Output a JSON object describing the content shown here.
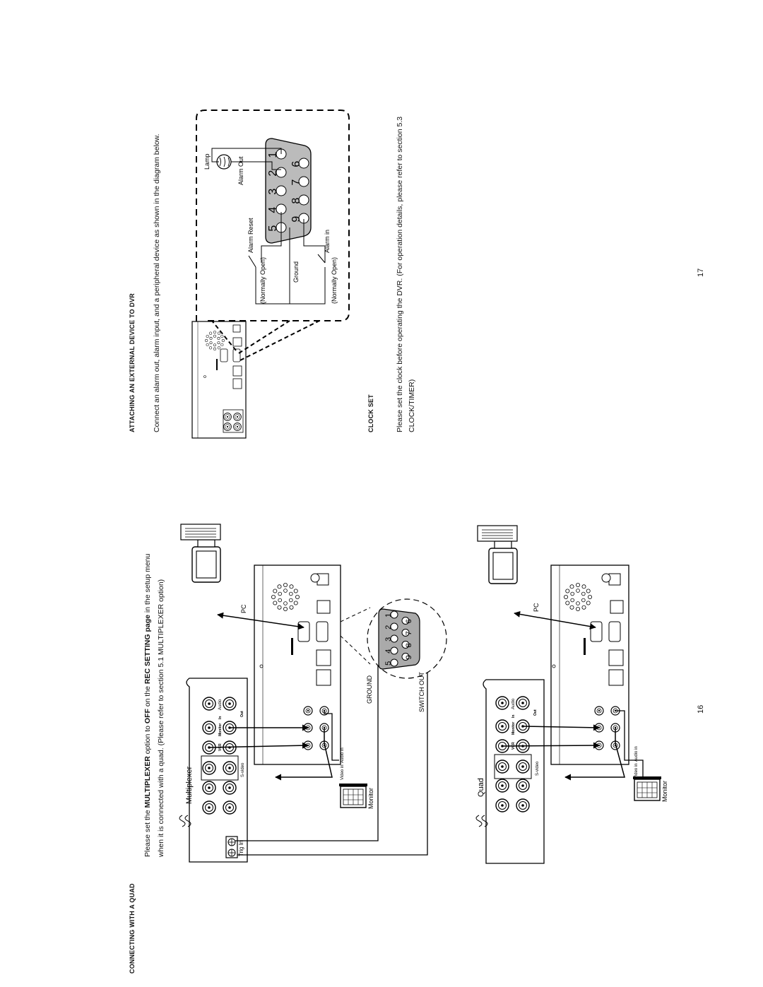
{
  "left_page": {
    "heading": "CONNECTING WITH A QUAD",
    "line1_a": "Please set the ",
    "line1_b": "MULTIPLEXER",
    "line1_c": " option to ",
    "line1_d": "OFF",
    "line1_e": " on the ",
    "line1_f": "REC SETTING page",
    "line1_g": " in the setup menu",
    "line2": "when it is connected with a quad.  (Please refer to section 5.1 MULTIPLEXER option)",
    "page_number": "16",
    "diagram_top": {
      "device_label": "Multiplexer",
      "trig_label": "Trig In",
      "svideo_label": "S-video",
      "vcr_label": "VCR",
      "monitor_port_label": "Monitor",
      "in_label": "In",
      "out_label": "Out",
      "audio_label": "Audio",
      "video_in_label": "Video in",
      "audio_in_label": "Audio in",
      "monitor_label": "Monitor",
      "pc_label": "PC",
      "ground_label": "GROUND",
      "switch_out_label": "SWITCH OUT",
      "pins_top": [
        "5",
        "4",
        "3",
        "2",
        "1"
      ],
      "pins_bottom": [
        "9",
        "8",
        "7",
        "6"
      ]
    },
    "diagram_bottom": {
      "device_label": "Quad",
      "svideo_label": "S-video",
      "vcr_label": "VCR",
      "monitor_port_label": "Monitor",
      "in_label": "In",
      "out_label": "Out",
      "audio_label": "Audio",
      "video_in_label": "Video in",
      "audio_in_label": "Audio in",
      "monitor_label": "Monitor",
      "pc_label": "PC"
    }
  },
  "right_page": {
    "heading": "ATTACHING AN EXTERNAL DEVICE TO DVR",
    "body": "Connect an alarm out, alarm input, and a peripheral device as shown in the diagram below.",
    "diagram": {
      "lamp_label": "Lamp",
      "alarm_out_label": "Alarm Out",
      "alarm_reset_label": "Alarm Reset",
      "normally_open_1": "(Normally Open)",
      "ground_label": "Ground",
      "alarm_in_label": "Alarm in",
      "normally_open_2": "(Normally Open)",
      "pins_top": [
        "5",
        "4",
        "3",
        "2",
        "1"
      ],
      "pins_bottom": [
        "9",
        "8",
        "7",
        "6"
      ]
    },
    "clock_heading": "CLOCK SET",
    "clock_line1": "Please set the clock before operating the DVR. (For operation details, please refer to section 5.3",
    "clock_line2": "CLOCK/TIMER)",
    "page_number": "17"
  }
}
